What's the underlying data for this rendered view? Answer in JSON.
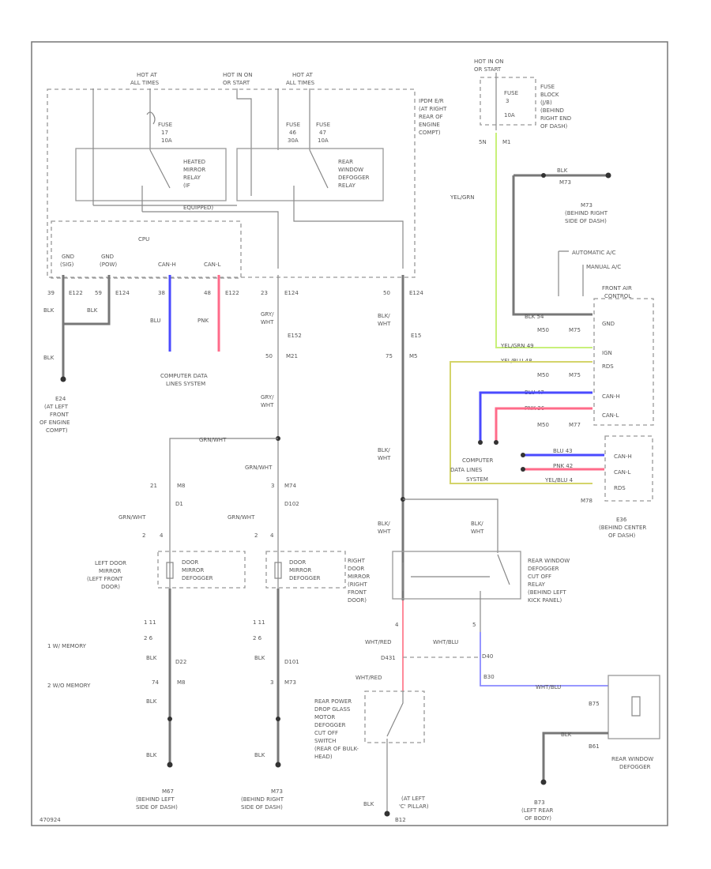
{
  "labels": {
    "hot_all_1": "HOT AT",
    "hot_all_1b": "ALL TIMES",
    "hot_on_1": "HOT IN ON",
    "hot_on_1b": "OR START",
    "hot_all_2": "HOT AT",
    "hot_all_2b": "ALL TIMES",
    "fuse_a": "FUSE",
    "fuse_a_num": "17",
    "fuse_a_amp": "10A",
    "fuse_b": "FUSE",
    "fuse_b_num": "46",
    "fuse_b_amp": "30A",
    "fuse_c": "FUSE",
    "fuse_c_num": "47",
    "fuse_c_amp": "10A",
    "ipdm_1": "IPDM E/R",
    "ipdm_2": "(AT RIGHT",
    "ipdm_3": "REAR OF",
    "ipdm_4": "ENGINE",
    "ipdm_5": "COMPT)",
    "heated_1": "HEATED",
    "heated_2": "MIRROR",
    "heated_3": "RELAY",
    "heated_4": "(IF",
    "heated_5": "EQUIPPED)",
    "rear_def_1": "REAR",
    "rear_def_2": "WINDOW",
    "rear_def_3": "DEFOGGER",
    "rear_def_4": "RELAY",
    "cpu": "CPU",
    "gnd_1": "GND",
    "gnd_1b": "(SIG)",
    "gnd_2": "GND",
    "gnd_2b": "(POW)",
    "canh": "CAN-H",
    "canl": "CAN-L",
    "p39": "39",
    "p59": "59",
    "e122a": "E122",
    "e124a": "E124",
    "p38": "38",
    "p48": "48",
    "e122b": "E122",
    "p23": "23",
    "e124b": "E124",
    "p50": "50",
    "e124c": "E124",
    "blk_1": "BLK",
    "blk_2": "BLK",
    "blu_1": "BLU",
    "pnk_1": "PNK",
    "blk_3": "BLK",
    "gry_wht_1": "GRY/",
    "gry_wht_1b": "WHT",
    "e152": "E152",
    "p50b": "50",
    "m21": "M21",
    "gry_wht_2": "GRY/",
    "gry_wht_2b": "WHT",
    "blk_wht_1": "BLK/",
    "blk_wht_1b": "WHT",
    "e15": "E15",
    "p75": "75",
    "m5": "M5",
    "e24": "E24",
    "e24_1": "(AT LEFT",
    "e24_2": "FRONT",
    "e24_3": "OF ENGINE",
    "e24_4": "COMPT)",
    "cdls_1": "COMPUTER DATA",
    "cdls_2": "LINES SYSTEM",
    "hot_on_2": "HOT IN ON",
    "hot_on_2b": "OR START",
    "fuse_d": "FUSE",
    "fuse_d_num": "3",
    "fuse_d_amp": "10A",
    "fuse_blk_1": "FUSE",
    "fuse_blk_2": "BLOCK",
    "fuse_blk_3": "(J/B)",
    "fuse_blk_4": "(BEHIND",
    "fuse_blk_5": "RIGHT END",
    "fuse_blk_6": "OF DASH)",
    "m1_pin": "5N",
    "m1_conn": "M1",
    "yel_grn": "YEL/GRN",
    "blk_4": "BLK",
    "m73": "M73",
    "m73_1": "M73",
    "m73_2": "(BEHIND RIGHT",
    "m73_3": "SIDE OF DASH)",
    "auto_ac_1": "AUTOMATIC A/C",
    "auto_ac_2": "MANUAL A/C",
    "fac_1": "FRONT AIR",
    "fac_2": "CONTROL",
    "gnd_fac": "GND",
    "ign": "IGN",
    "rds": "RDS",
    "can_h2": "CAN-H",
    "can_l2": "CAN-L",
    "blk_54": "BLK 54",
    "m50": "M50",
    "m75": "M75",
    "yel_grn_2": "YEL/GRN 49",
    "yel_blu": "YEL/BLU 48",
    "m50b": "M50",
    "m75b": "M75",
    "blu_47": "BLU 47",
    "pnk_36": "PNK 36",
    "m50c": "M50",
    "m77": "M77",
    "cdls_3": "COMPUTER",
    "cdls_4": "DATA LINES",
    "cdls_5": "SYSTEM",
    "canh3": "CAN-H",
    "canl3": "CAN-L",
    "rds3": "RDS",
    "blu_3": "BLU 43",
    "pnk_3": "PNK 42",
    "yel_blu_3": "YEL/BLU 4",
    "m78": "M78",
    "e36": "E36",
    "e36_1": "(BEHIND CENTER",
    "e36_2": "OF DASH)",
    "grn_wht_1": "GRN/WHT",
    "grn_wht_2": "GRN/WHT",
    "grn_wht_3": "GRN/WHT",
    "grn_wht_4": "GRN/WHT",
    "p21": "21",
    "m8": "M8",
    "d1": "D1",
    "p3": "3",
    "m74": "M74",
    "d102": "D102",
    "p2": "2",
    "p4": "4",
    "p2b": "2",
    "p4b": "4",
    "ldm_1": "LEFT DOOR",
    "ldm_2": "MIRROR",
    "ldm_3": "(LEFT FRONT",
    "ldm_4": "DOOR)",
    "dmd_1": "DOOR",
    "dmd_2": "MIRROR",
    "dmd_3": "DEFOGGER",
    "dmd_4": "DOOR",
    "dmd_5": "MIRROR",
    "dmd_6": "DEFOGGER",
    "rdm_1": "RIGHT",
    "rdm_2": "DOOR",
    "rdm_3": "MIRROR",
    "rdm_4": "(RIGHT",
    "rdm_5": "FRONT",
    "rdm_6": "DOOR)",
    "blk_wht_2": "BLK/",
    "blk_wht_2b": "WHT",
    "blk_wht_3": "BLK/",
    "blk_wht_3b": "WHT",
    "blk_wht_4": "BLK/",
    "blk_wht_4b": "WHT",
    "rwdc_1": "REAR WINDOW",
    "rwdc_2": "DEFOGGER",
    "rwdc_3": "CUT OFF",
    "rwdc_4": "RELAY",
    "rwdc_5": "(BEHIND LEFT",
    "rwdc_6": "KICK PANEL)",
    "p1_11": "1  11",
    "p2_6": "2  6",
    "p1_11b": "1  11",
    "p2_6b": "2  6",
    "mem_1": "1  W/ MEMORY",
    "mem_2": "2  W/O MEMORY",
    "blk_5": "BLK",
    "d22": "D22",
    "p74": "74",
    "m8b": "M8",
    "blk_6": "BLK",
    "blk_7": "BLK",
    "d101": "D101",
    "p3b": "3",
    "m73b": "M73",
    "p4c": "4",
    "p5": "5",
    "wht_red_1": "WHT/RED",
    "wht_blu_1": "WHT/BLU",
    "d431": "D431",
    "d40": "D40",
    "b30": "B30",
    "wht_red_2": "WHT/RED",
    "wht_blu_2": "WHT/BLU",
    "rpdg_1": "REAR POWER",
    "rpdg_2": "DROP GLASS",
    "rpdg_3": "MOTOR",
    "rpdg_4": "DEFOGGER",
    "rpdg_5": "CUT OFF",
    "rpdg_6": "SWITCH",
    "rpdg_7": "(REAR OF BULK-",
    "rpdg_8": "HEAD)",
    "b75": "B75",
    "blk_8": "BLK",
    "b61": "B61",
    "rwd_1": "REAR WINDOW",
    "rwd_2": "DEFOGGER",
    "blk_9": "BLK",
    "blk_10": "BLK",
    "m67": "M67",
    "m67_1": "(BEHIND LEFT",
    "m67_2": "SIDE OF DASH)",
    "m73c": "M73",
    "m73c_1": "(BEHIND RIGHT",
    "m73c_2": "SIDE OF DASH)",
    "b12": "B12",
    "b12_1": "(AT LEFT",
    "b12_2": "'C' PILLAR)",
    "b73": "B73",
    "b73_1": "(LEFT REAR",
    "b73_2": "OF BODY)",
    "blk_11": "BLK",
    "page_id": "470924"
  }
}
